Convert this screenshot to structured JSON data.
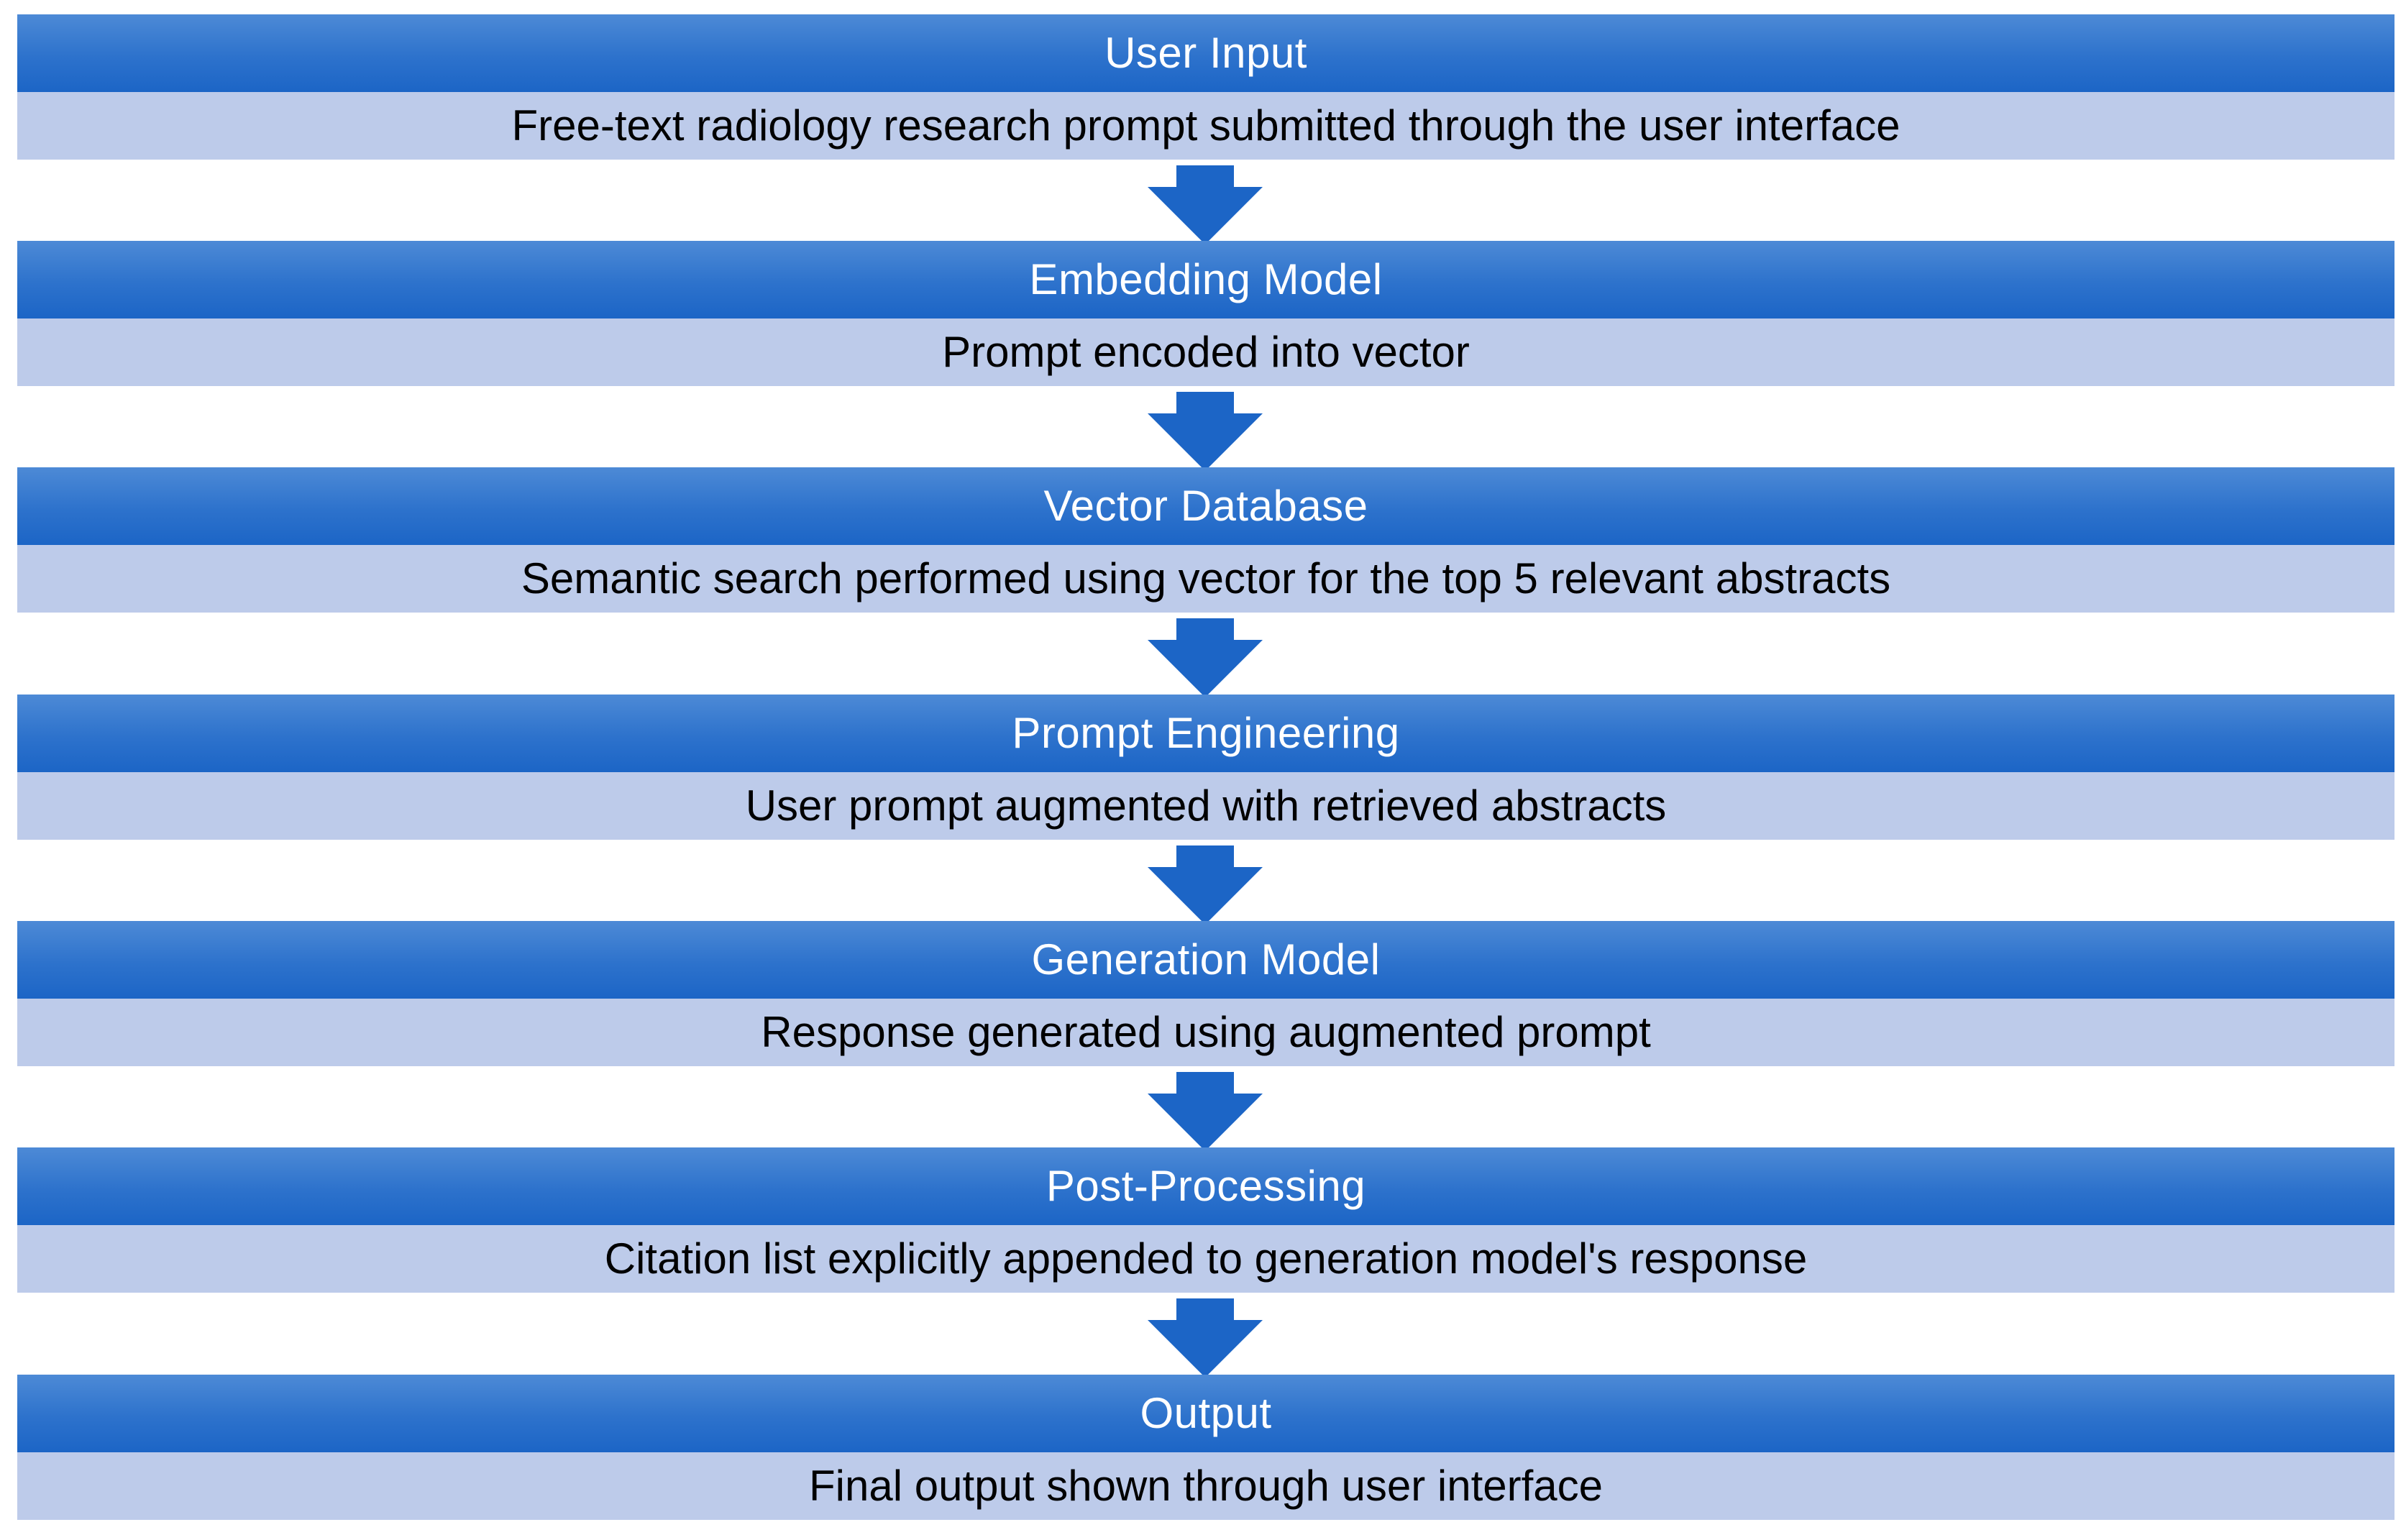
{
  "stages": [
    {
      "title": "User Input",
      "description": "Free-text radiology research prompt submitted through the user interface"
    },
    {
      "title": "Embedding Model",
      "description": "Prompt encoded into vector"
    },
    {
      "title": "Vector Database",
      "description": "Semantic search performed using vector for the top 5 relevant abstracts"
    },
    {
      "title": "Prompt Engineering",
      "description": "User prompt augmented with retrieved abstracts"
    },
    {
      "title": "Generation Model",
      "description": "Response generated using augmented prompt"
    },
    {
      "title": "Post-Processing",
      "description": "Citation list explicitly appended to generation model's response"
    },
    {
      "title": "Output",
      "description": "Final output shown through user interface"
    }
  ],
  "colors": {
    "header_fill": "#2d72cc",
    "body_fill": "#bdcbea",
    "arrow_fill": "#1c65c6",
    "header_text": "#ffffff",
    "body_text": "#000000"
  }
}
